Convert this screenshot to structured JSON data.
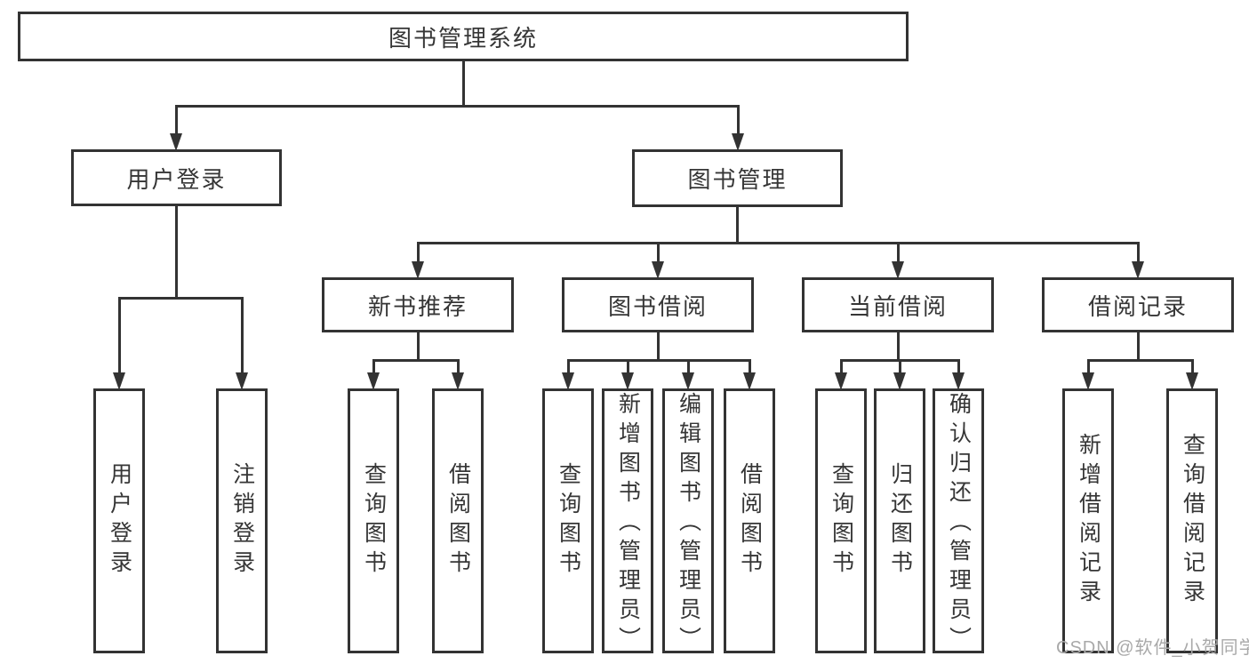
{
  "page": {
    "background": "#ffffff"
  },
  "colors": {
    "line": "#333333",
    "text": "#363636",
    "box_background": "#ffffff",
    "watermark": "#a9a9a9"
  },
  "watermark": {
    "text": "CSDN @软件_小贺同学"
  },
  "diagram": {
    "type": "tree",
    "title": "图书管理系统",
    "nodes": [
      {
        "id": "root",
        "label": "图书管理系统",
        "parent": null,
        "orientation": "horizontal"
      },
      {
        "id": "user_login",
        "label": "用户登录",
        "parent": "root",
        "orientation": "horizontal"
      },
      {
        "id": "book_management",
        "label": "图书管理",
        "parent": "root",
        "orientation": "horizontal"
      },
      {
        "id": "new_book_recommend",
        "label": "新书推荐",
        "parent": "book_management",
        "orientation": "horizontal"
      },
      {
        "id": "book_borrowing",
        "label": "图书借阅",
        "parent": "book_management",
        "orientation": "horizontal"
      },
      {
        "id": "current_borrowing",
        "label": "当前借阅",
        "parent": "book_management",
        "orientation": "horizontal"
      },
      {
        "id": "borrowing_records",
        "label": "借阅记录",
        "parent": "book_management",
        "orientation": "horizontal"
      },
      {
        "id": "user_login_action",
        "label": "用户登录",
        "parent": "user_login",
        "orientation": "vertical"
      },
      {
        "id": "logout_action",
        "label": "注销登录",
        "parent": "user_login",
        "orientation": "vertical"
      },
      {
        "id": "nbr_query_books",
        "label": "查询图书",
        "parent": "new_book_recommend",
        "orientation": "vertical"
      },
      {
        "id": "nbr_borrow_books",
        "label": "借阅图书",
        "parent": "new_book_recommend",
        "orientation": "vertical"
      },
      {
        "id": "bb_query_books",
        "label": "查询图书",
        "parent": "book_borrowing",
        "orientation": "vertical"
      },
      {
        "id": "bb_add_books",
        "label": "新增图书（管理员）",
        "parent": "book_borrowing",
        "orientation": "vertical"
      },
      {
        "id": "bb_edit_books",
        "label": "编辑图书（管理员）",
        "parent": "book_borrowing",
        "orientation": "vertical"
      },
      {
        "id": "bb_borrow_books",
        "label": "借阅图书",
        "parent": "book_borrowing",
        "orientation": "vertical"
      },
      {
        "id": "cb_query_books",
        "label": "查询图书",
        "parent": "current_borrowing",
        "orientation": "vertical"
      },
      {
        "id": "cb_return_books",
        "label": "归还图书",
        "parent": "current_borrowing",
        "orientation": "vertical"
      },
      {
        "id": "cb_confirm_return",
        "label": "确认归还（管理员）",
        "parent": "current_borrowing",
        "orientation": "vertical"
      },
      {
        "id": "br_add_record",
        "label": "新增借阅记录",
        "parent": "borrowing_records",
        "orientation": "vertical"
      },
      {
        "id": "br_query_record",
        "label": "查询借阅记录",
        "parent": "borrowing_records",
        "orientation": "vertical"
      }
    ]
  }
}
